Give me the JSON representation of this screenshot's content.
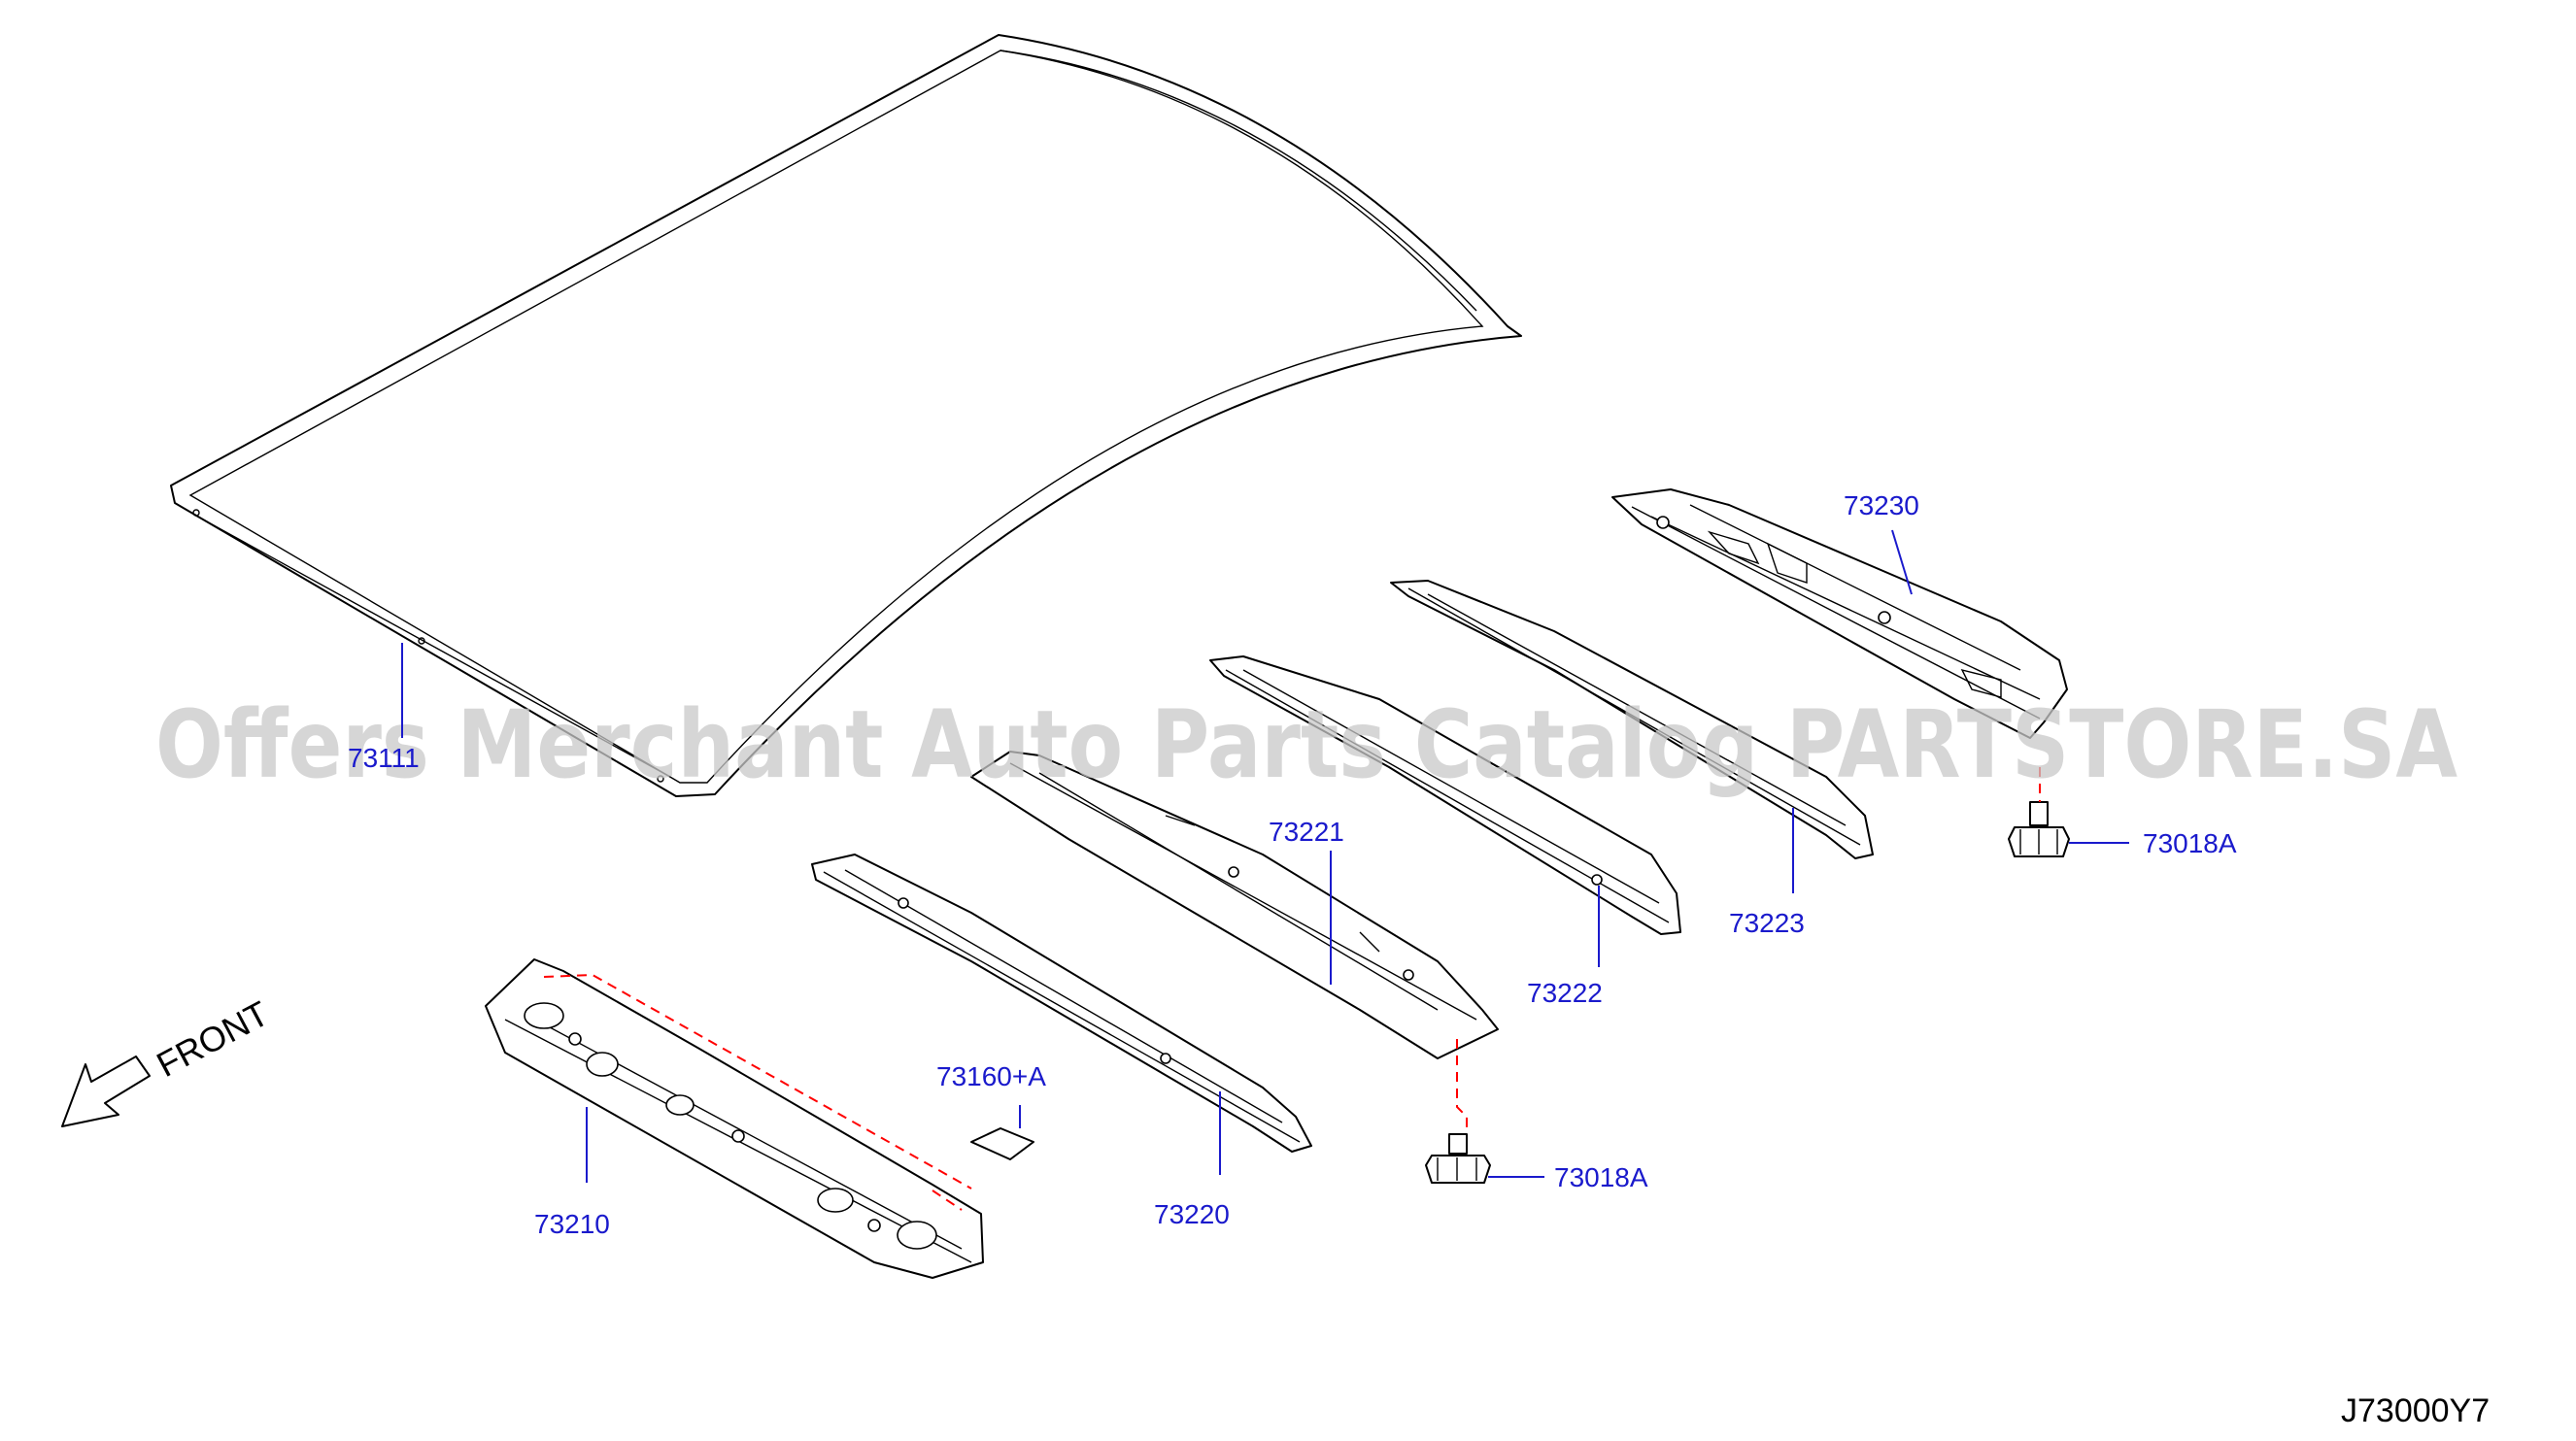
{
  "diagram": {
    "code": "J73000Y7",
    "front_label": "FRONT",
    "watermark": "Offers Merchant Auto Parts Catalog PARTSTORE.SA"
  },
  "parts": {
    "roof_panel": "73111",
    "front_rail": "73210",
    "bow_1": "73220",
    "bow_2": "73221",
    "bow_3": "73222",
    "bow_4": "73223",
    "rear_rail": "73230",
    "patch": "73160+A",
    "bolt_center": "73018A",
    "bolt_right": "73018A"
  }
}
